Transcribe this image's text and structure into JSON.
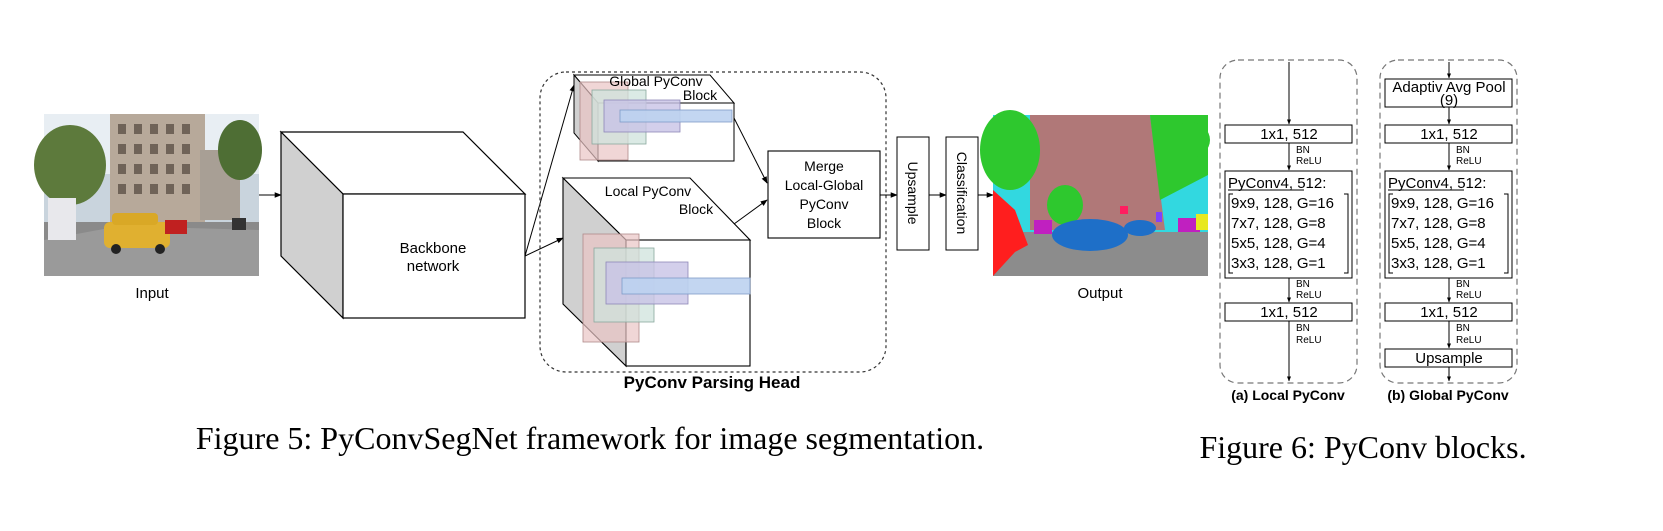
{
  "figure5": {
    "input_label": "Input",
    "backbone_line1": "Backbone",
    "backbone_line2": "network",
    "global_block_line1": "Global PyConv",
    "global_block_line2": "Block",
    "local_block_line1": "Local PyConv",
    "local_block_line2": "Block",
    "merge_lines": [
      "Merge",
      "Local-Global",
      "PyConv",
      "Block"
    ],
    "head_title": "PyConv Parsing Head",
    "upsample": "Upsample",
    "classification": "Classification",
    "output_label": "Output",
    "caption": "Figure 5: PyConvSegNet framework for image segmentation."
  },
  "figure6": {
    "local": {
      "conv1": "1x1, 512",
      "bn": "BN",
      "relu": "ReLU",
      "pyconv_title": "PyConv4, 512:",
      "pyconv_rows": [
        "9x9, 128, G=16",
        "7x7, 128, G=8",
        "5x5, 128, G=4",
        "3x3, 128, G=1"
      ],
      "bn2": "BN",
      "relu2": "ReLU",
      "conv2": "1x1, 512",
      "bn3": "BN",
      "relu3": "ReLU",
      "label": "(a) Local PyConv"
    },
    "global": {
      "pool_line1": "Adaptiv Avg Pool",
      "pool_line2": "(9)",
      "conv1": "1x1, 512",
      "bn": "BN",
      "relu": "ReLU",
      "pyconv_title": "PyConv4, 512:",
      "pyconv_rows": [
        "9x9, 128, G=16",
        "7x7, 128, G=8",
        "5x5, 128, G=4",
        "3x3, 128, G=1"
      ],
      "bn2": "BN",
      "relu2": "ReLU",
      "conv2": "1x1, 512",
      "bn3": "BN",
      "relu3": "ReLU",
      "upsample": "Upsample",
      "label": "(b) Global PyConv"
    },
    "caption": "Figure 6: PyConv blocks."
  },
  "colors": {
    "line": "#000000",
    "dash": "#555555",
    "cube_side": "#d0d0d0",
    "layer_red": "#e9c4c4",
    "layer_green": "#cfe3dc",
    "layer_purple": "#c8c3e6",
    "layer_blue": "#bcd2f0",
    "seg_road": "#8c8c8c",
    "seg_building": "#b07878",
    "seg_sky": "#32d8e0",
    "seg_tree": "#2ec82e",
    "seg_car": "#1e6fc8",
    "seg_redcar": "#ff1e1e"
  }
}
